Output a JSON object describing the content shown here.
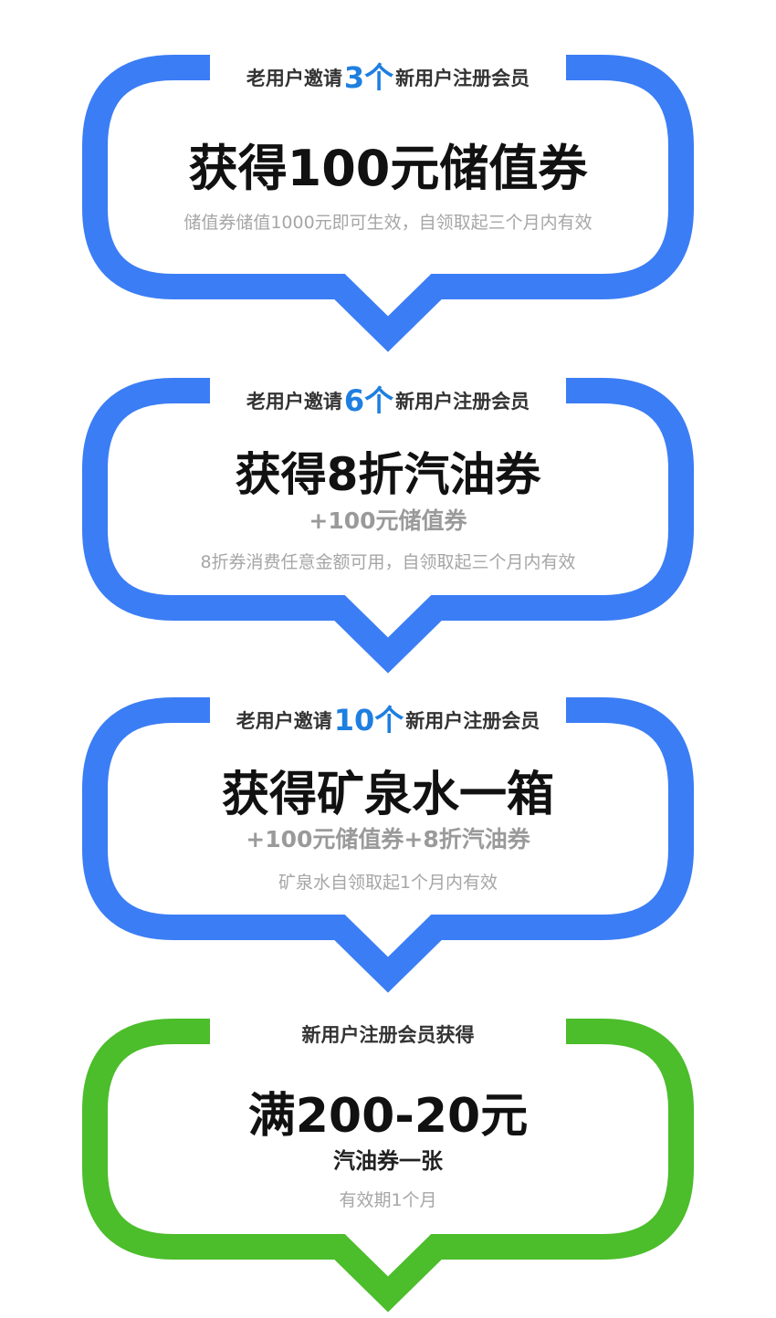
{
  "colors": {
    "blue": "#3b7df5",
    "green": "#4cbd2b",
    "count_blue": "#1e7fe0"
  },
  "tiers": [
    {
      "header_prefix": "老用户邀请",
      "count": "3个",
      "header_suffix": "新用户注册会员",
      "title": "获得100元储值券",
      "desc": "储值券储值1000元即可生效，自领取起三个月内有效"
    },
    {
      "header_prefix": "老用户邀请",
      "count": "6个",
      "header_suffix": "新用户注册会员",
      "title": "获得8折汽油券",
      "subtitle": "+100元储值券",
      "desc": "8折券消费任意金额可用，自领取起三个月内有效"
    },
    {
      "header_prefix": "老用户邀请",
      "count": "10个",
      "header_suffix": "新用户注册会员",
      "title": "获得矿泉水一箱",
      "subtitle": "+100元储值券+8折汽油券",
      "desc": "矿泉水自领取起1个月内有效"
    }
  ],
  "new_user": {
    "header": "新用户注册会员获得",
    "title": "满200-20元",
    "subtitle": "汽油券一张",
    "desc": "有效期1个月"
  }
}
